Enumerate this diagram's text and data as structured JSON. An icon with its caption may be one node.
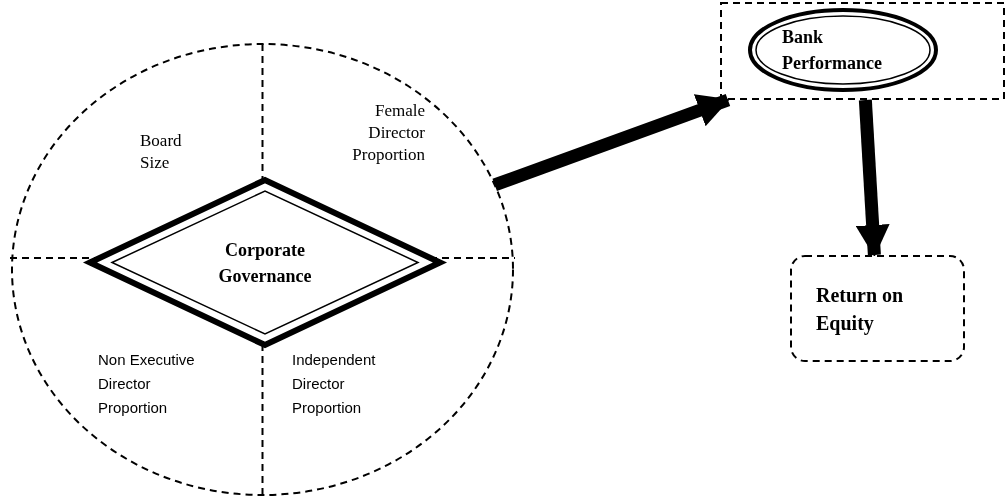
{
  "diagram": {
    "nodes": [
      {
        "text": [],
        "shape": "circle"
      },
      {
        "text": [
          "Corporate Governance"
        ],
        "in": 0
      },
      {
        "text": [],
        "shape": "box"
      },
      {
        "text": [
          "Bank Performance"
        ],
        "in": 2
      },
      {
        "text": [
          "Return on Equity"
        ]
      }
    ],
    "edges": [
      {
        "from": 0,
        "to": 2,
        "arrow": "to"
      },
      {
        "from": 2,
        "to": 4,
        "arrow": "to"
      }
    ],
    "labels": [
      "Board Size",
      "Female Director Proportion",
      "Non Executive Director Proportion",
      "Independent Director Proportion"
    ]
  }
}
